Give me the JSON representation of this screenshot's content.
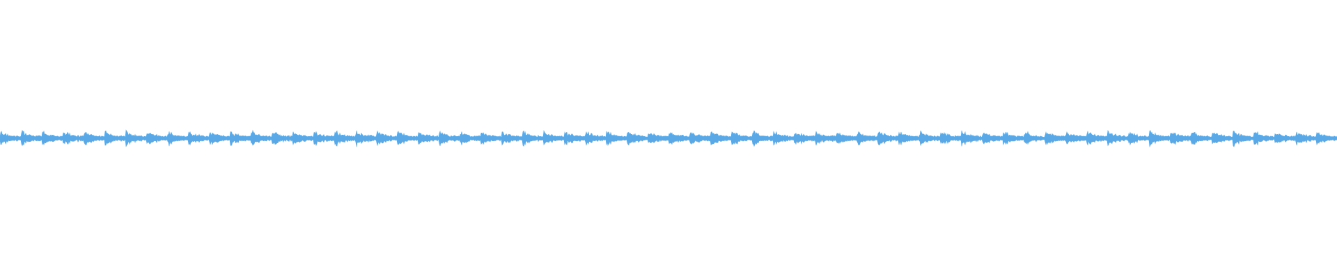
{
  "waveform": {
    "color": "#5aa9e6",
    "background": "#ffffff",
    "onset_count": 64,
    "peak_level": 0.06,
    "decay_level": 0.015
  }
}
